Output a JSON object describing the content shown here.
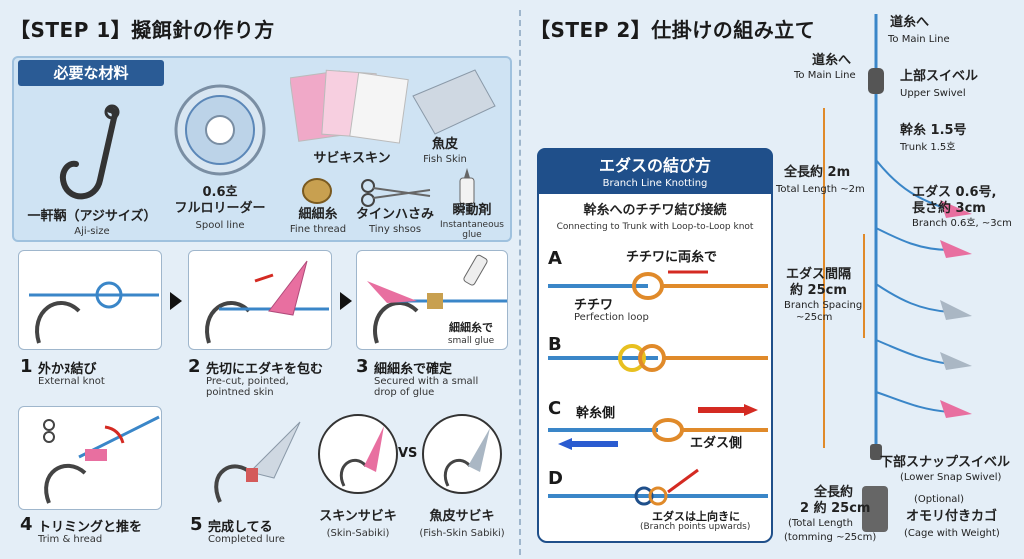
{
  "step1": {
    "title": "【STEP 1】擬餌針の作り方",
    "materials_header": "必要な材料",
    "materials": {
      "hook_jp": "一軒鞆（アジサイズ）",
      "hook_en": "Aji-size",
      "line_jp1": "0.6호",
      "line_jp2": "フルロリーダー",
      "line_en": "Spool line",
      "skin_jp": "サビキスキン",
      "fishskin_jp": "魚皮",
      "fishskin_en": "Fish Skin",
      "thread_jp": "細細糸",
      "thread_en": "Fine thread",
      "scissors_jp": "タインハさみ",
      "scissors_en": "Tiny shsos",
      "glue_jp": "瞬動剤",
      "glue_en1": "Instantaneous",
      "glue_en2": "glue"
    },
    "steps": [
      {
        "num": "1",
        "jp": "外かﾇ結び",
        "en": "External knot"
      },
      {
        "num": "2",
        "jp": "先切にエダキを包む",
        "en": "Pre-cut, pointed,\npointned skin"
      },
      {
        "num": "3",
        "jp": "細細糸で確定",
        "en": "Secured  with a small\ndrop of glue",
        "callout_jp": "細細糸で",
        "callout_en": "small glue"
      },
      {
        "num": "4",
        "jp": "トリミングと推を",
        "en": "Trim & hread"
      },
      {
        "num": "5",
        "jp": "完成してる",
        "en": "Completed lure"
      }
    ],
    "compare": {
      "skin_jp": "スキンサビキ",
      "skin_en": "(Skin-Sabiki)",
      "vs": "VS",
      "fish_jp": "魚皮サビキ",
      "fish_en": "(Fish-Skin Sabiki)"
    }
  },
  "step2": {
    "title": "【STEP 2】仕掛けの組み立て",
    "knot_box": {
      "title_jp": "エダスの結び方",
      "title_en": "Branch Line Knotting",
      "sub_jp": "幹糸へのチチワ結び接続",
      "sub_en": "Connecting to Trunk with Loop-to-Loop knot",
      "a_letter": "A",
      "a_top": "チチワに両糸で",
      "a_jp": "チチワ",
      "a_en": "Perfection loop",
      "b_letter": "B",
      "c_letter": "C",
      "c_trunk": "幹糸側",
      "c_branch": "エダス側",
      "d_letter": "D",
      "d_jp": "エダスは上向きに",
      "d_en": "(Branch points upwards)"
    },
    "rig": {
      "top_jp": "道糸へ",
      "top_en": "To Main Line",
      "top2_jp": "道糸へ",
      "top2_en": "To Main Line",
      "swivel_jp": "上部スイベル",
      "swivel_en": "Upper Swivel",
      "trunk_jp": "幹糸 1.5号",
      "trunk_en": "Trunk 1.5호",
      "total_jp": "全長約 2m",
      "total_en": "Total Length ~2m",
      "branch_jp1": "エダス 0.6号,",
      "branch_jp2": "長さ約 3cm",
      "branch_en": "Branch 0.6호, ~3cm",
      "spacing_jp1": "エダス間隔",
      "spacing_jp2": "約 25cm",
      "spacing_en1": "Branch Spacing",
      "spacing_en2": "~25cm",
      "snap_jp": "下部スナップスイベル",
      "snap_en": "(Lower Snap Swivel)",
      "bottom_jp1": "全長約",
      "bottom_jp2": "2 約 25cm",
      "bottom_en1": "(Total Length",
      "bottom_en2": "(tomming ~25cm)",
      "cage_opt": "(Optional)",
      "cage_jp": "オモリ付きカゴ",
      "cage_en": "(Cage with Weight)"
    }
  },
  "colors": {
    "line_blue": "#3a86c8",
    "line_orange": "#e08a2a",
    "skin_pink": "#e86fa0",
    "accent_navy": "#1f4f8a",
    "arrow_red": "#d42a22"
  }
}
